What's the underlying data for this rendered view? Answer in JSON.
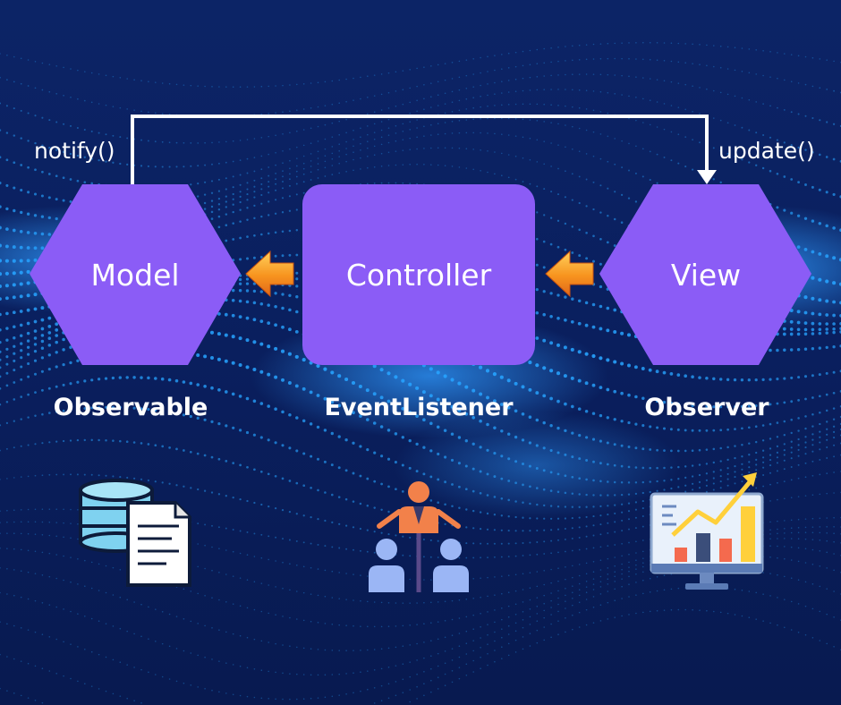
{
  "colors": {
    "background": "#0b1f5c",
    "dot_glow": "#27a3ff",
    "node_fill": "#8b5cf6",
    "arrow_orange": "#f7931e",
    "connector": "#ffffff"
  },
  "nodes": {
    "model": {
      "label": "Model",
      "role": "Observable",
      "shape": "hexagon",
      "icon": "database-document-icon"
    },
    "controller": {
      "label": "Controller",
      "role": "EventListener",
      "shape": "rounded-square",
      "icon": "people-hierarchy-icon"
    },
    "view": {
      "label": "View",
      "role": "Observer",
      "shape": "hexagon",
      "icon": "monitor-chart-icon"
    }
  },
  "edges": {
    "notify": {
      "label": "notify()",
      "from": "model",
      "to": "view"
    },
    "update": {
      "label": "update()"
    }
  }
}
